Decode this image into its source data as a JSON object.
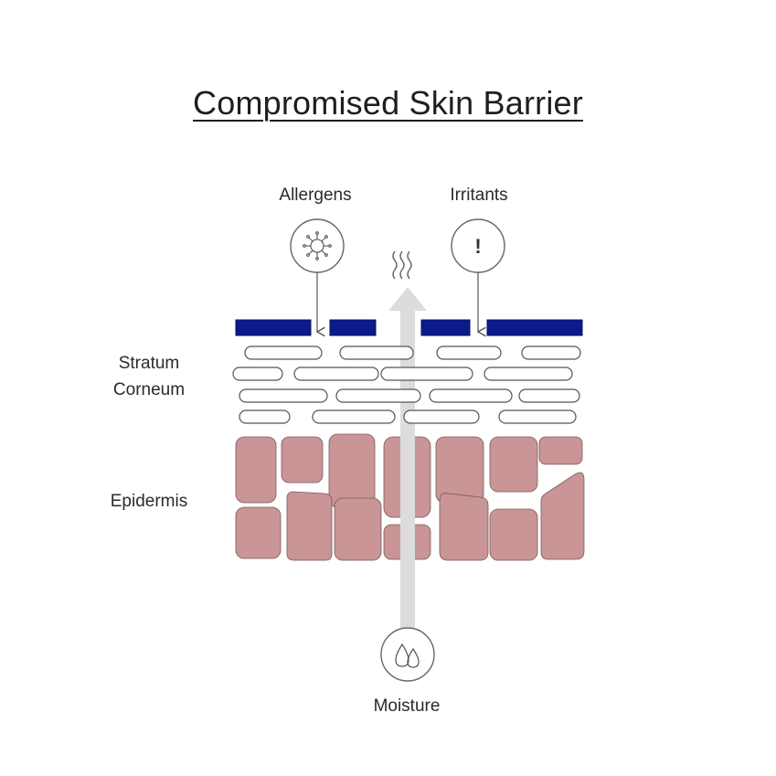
{
  "title": "Compromised Skin Barrier",
  "labels": {
    "allergens": "Allergens",
    "irritants": "Irritants",
    "stratum_line1": "Stratum",
    "stratum_line2": "Corneum",
    "epidermis": "Epidermis",
    "moisture": "Moisture"
  },
  "icons": {
    "allergen": "virus-icon",
    "irritant": "exclamation-icon",
    "moisture": "water-drops-icon",
    "evaporation": "heat-waves-icon",
    "irritant_symbol": "!"
  },
  "colors": {
    "barrier": "#0c1a8c",
    "cell": "#c99596",
    "cell_stroke": "#7a5a5b",
    "arrow": "#dcdcdc",
    "outline": "#555555"
  }
}
